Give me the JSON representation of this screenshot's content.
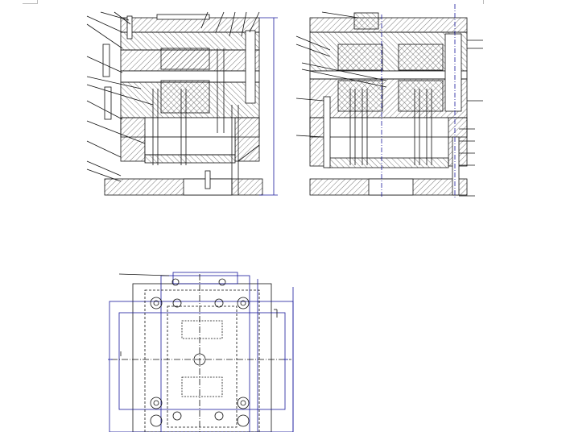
{
  "document": {
    "page_markers": [
      "corner-top-left",
      "corner-top-right"
    ],
    "drawings": [
      {
        "id": "section-view-left",
        "kind": "mold assembly cross-section"
      },
      {
        "id": "section-view-right",
        "kind": "mold assembly cross-section"
      },
      {
        "id": "top-plan-view",
        "kind": "mold plan view"
      }
    ],
    "colors": {
      "line": "#111111",
      "dimension": "#1a1a9c",
      "hatch": "#222222",
      "paper": "#ffffff"
    }
  }
}
